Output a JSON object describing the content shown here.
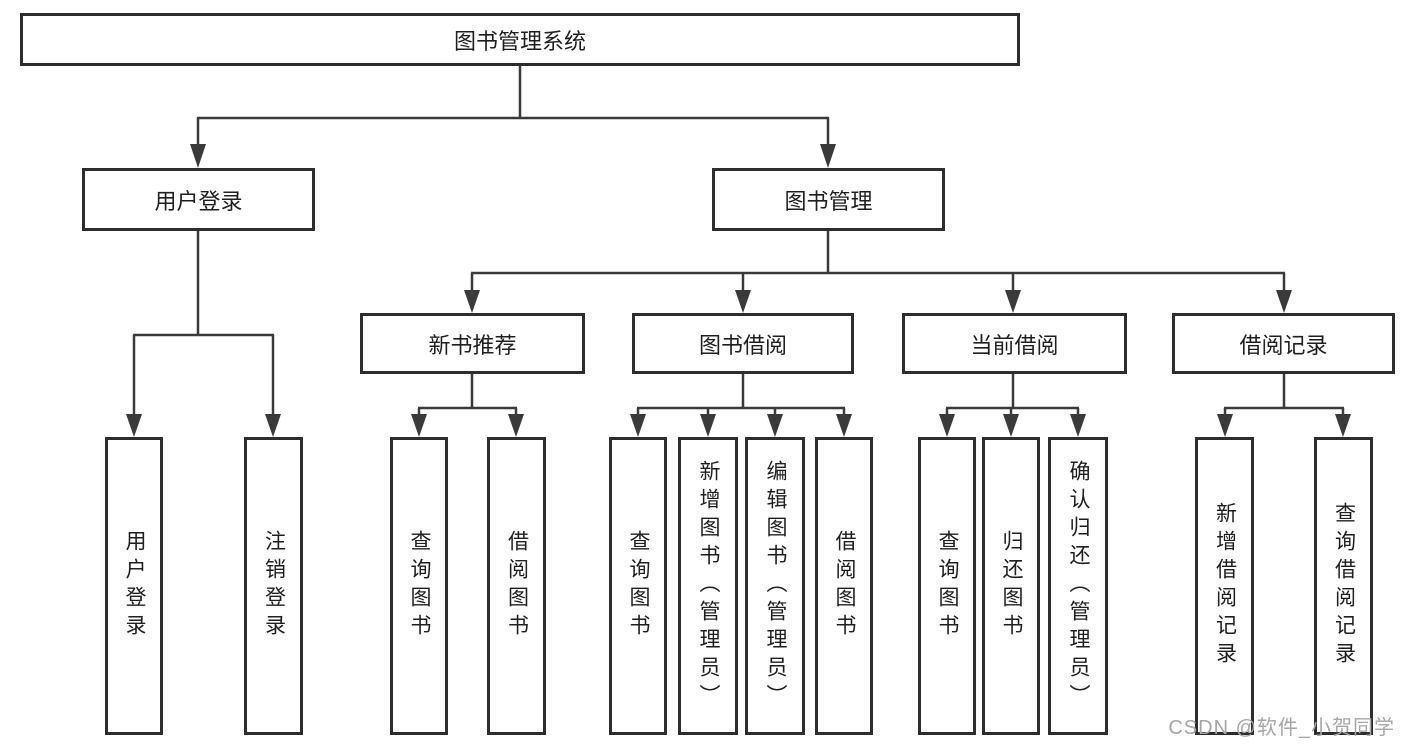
{
  "diagram_title": "图书管理系统",
  "nodes": {
    "root": "图书管理系统",
    "l2": [
      "用户登录",
      "图书管理"
    ],
    "l3": [
      "新书推荐",
      "图书借阅",
      "当前借阅",
      "借阅记录"
    ],
    "leaves_user": [
      "用户登录",
      "注销登录"
    ],
    "leaves_recommend": [
      "查询图书",
      "借阅图书"
    ],
    "leaves_borrow": [
      "查询图书",
      "新增图书（管理员）",
      "编辑图书（管理员）",
      "借阅图书"
    ],
    "leaves_current": [
      "查询图书",
      "归还图书",
      "确认归还（管理员）"
    ],
    "leaves_records": [
      "新增借阅记录",
      "查询借阅记录"
    ]
  },
  "hierarchy": {
    "root": "图书管理系统",
    "branches": [
      {
        "label": "用户登录",
        "children": [
          "用户登录",
          "注销登录"
        ]
      },
      {
        "label": "图书管理",
        "children": [
          {
            "label": "新书推荐",
            "children": [
              "查询图书",
              "借阅图书"
            ]
          },
          {
            "label": "图书借阅",
            "children": [
              "查询图书",
              "新增图书（管理员）",
              "编辑图书（管理员）",
              "借阅图书"
            ]
          },
          {
            "label": "当前借阅",
            "children": [
              "查询图书",
              "归还图书",
              "确认归还（管理员）"
            ]
          },
          {
            "label": "借阅记录",
            "children": [
              "新增借阅记录",
              "查询借阅记录"
            ]
          }
        ]
      }
    ]
  },
  "watermark": "CSDN @软件_小贺同学",
  "colors": {
    "background": "#ffffff",
    "box_border": "#2e2e2e",
    "box_fill": "#ffffff",
    "connector_line": "#3a3a3a",
    "text": "#1f1f1f",
    "watermark_text": "#a6a6a6"
  }
}
